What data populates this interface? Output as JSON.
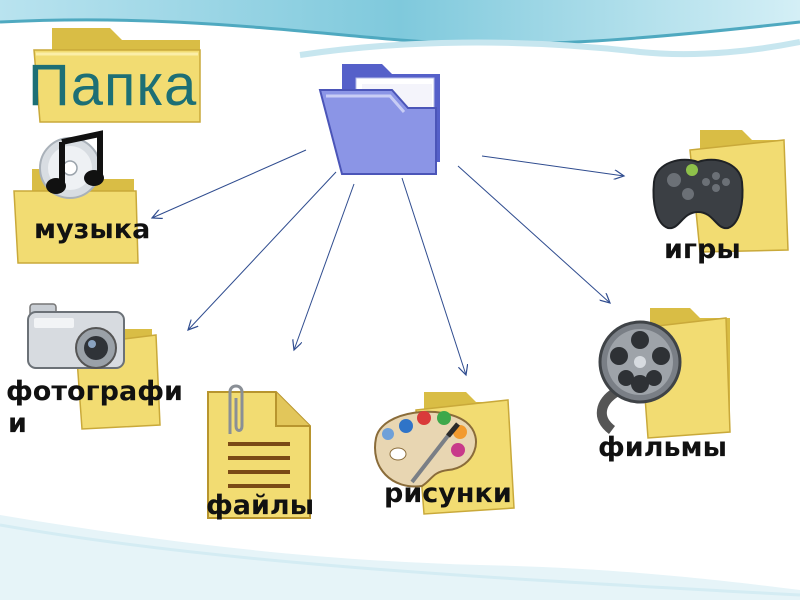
{
  "slide": {
    "title": "Папка",
    "items": {
      "music": "музыка",
      "photos_line1": "фотографи",
      "photos_line2": "и",
      "files": "файлы",
      "pictures": "рисунки",
      "movies": "фильмы",
      "games": "игры"
    }
  },
  "colors": {
    "title": "#1d6f75",
    "folder": "#f2dc72",
    "folder_dark": "#d9bd45",
    "main_folder": "#7b86e0",
    "arrow": "#2f4c8f"
  },
  "icons": [
    "folder-icon",
    "main-folder-icon",
    "music-note-icon",
    "cd-icon",
    "camera-icon",
    "document-icon",
    "paperclip-icon",
    "palette-icon",
    "film-reel-icon",
    "gamepad-icon"
  ]
}
